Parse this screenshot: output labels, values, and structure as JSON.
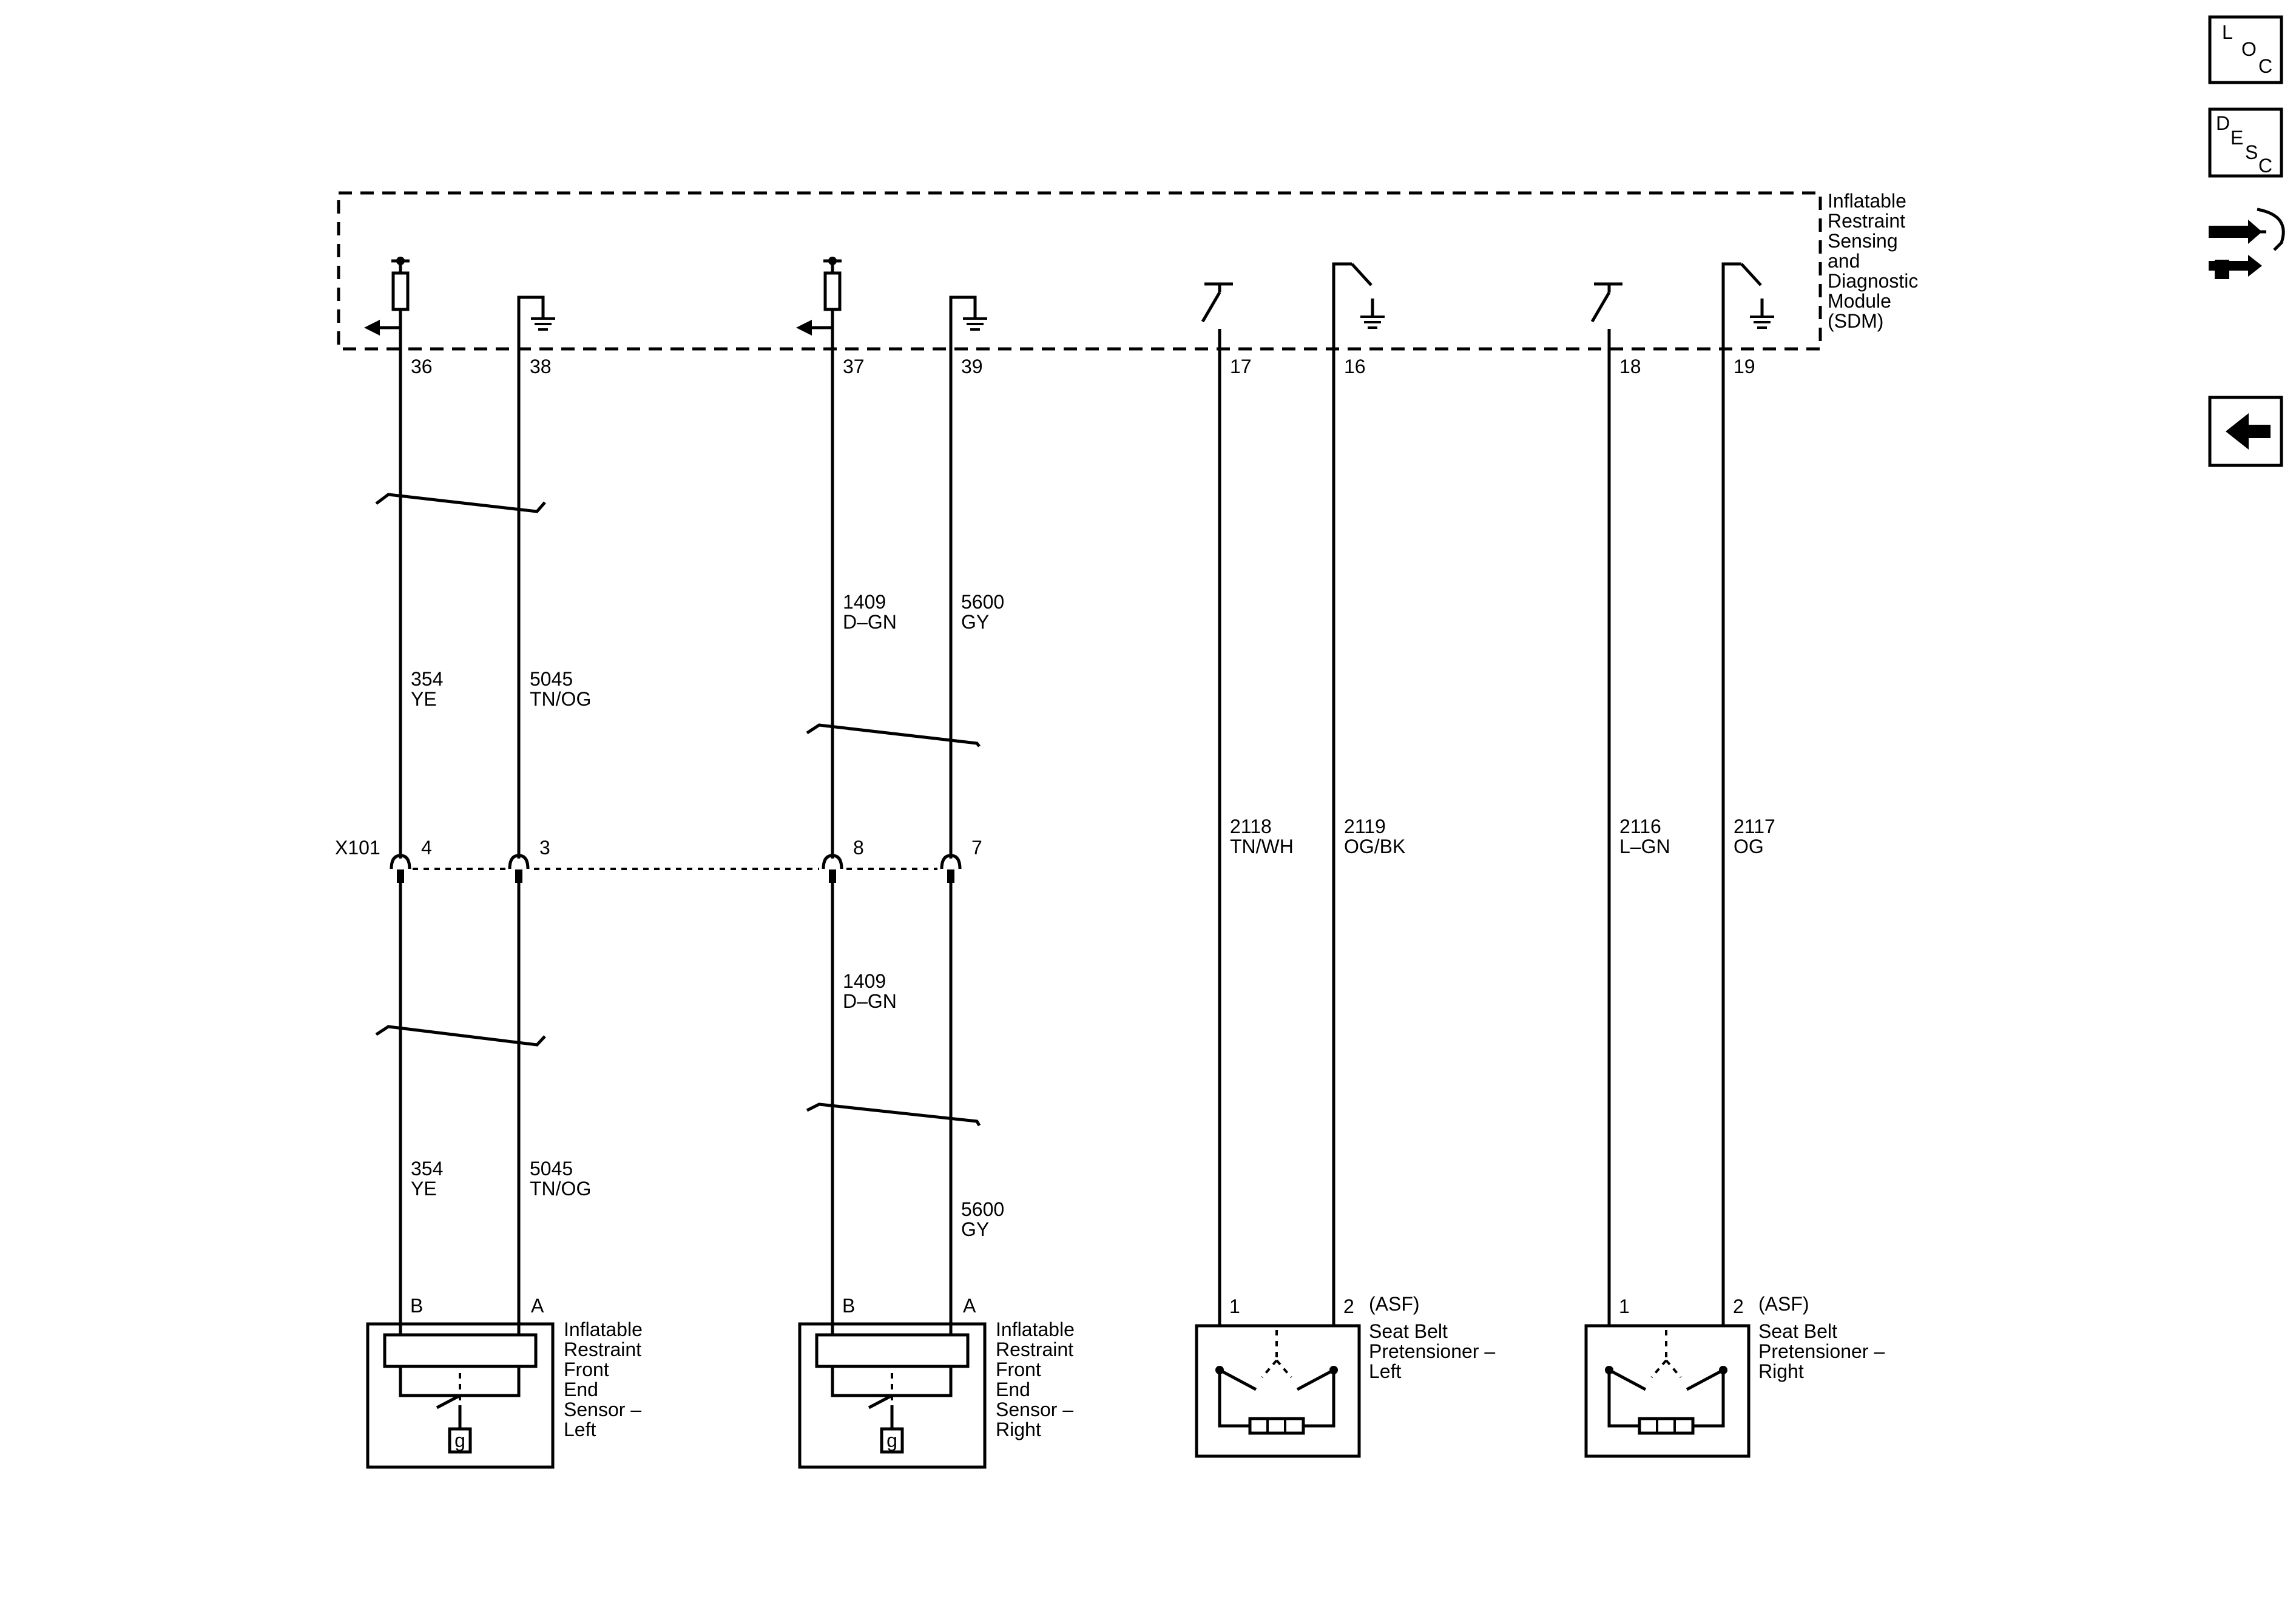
{
  "nav": {
    "loc": [
      "L",
      "O",
      "C"
    ],
    "desc": [
      "D",
      "E",
      "S",
      "C"
    ],
    "back_icon": "left-arrow-icon",
    "tool_icon": "connector-wrench-icon"
  },
  "module": {
    "name_lines": [
      "Inflatable",
      "Restraint",
      "Sensing",
      "and",
      "Diagnostic",
      "Module",
      "(SDM)"
    ],
    "pins": [
      "36",
      "38",
      "37",
      "39",
      "17",
      "16",
      "18",
      "19"
    ]
  },
  "connector": {
    "name": "X101",
    "pins": [
      "4",
      "3",
      "8",
      "7"
    ]
  },
  "wires": {
    "w354_upper": [
      "354",
      "YE"
    ],
    "w5045_upper": [
      "5045",
      "TN/OG"
    ],
    "w1409_upper": [
      "1409",
      "D–GN"
    ],
    "w5600_upper": [
      "5600",
      "GY"
    ],
    "w2118": [
      "2118",
      "TN/WH"
    ],
    "w2119": [
      "2119",
      "OG/BK"
    ],
    "w2116": [
      "2116",
      "L–GN"
    ],
    "w2117": [
      "2117",
      "OG"
    ],
    "w354_lower": [
      "354",
      "YE"
    ],
    "w5045_lower": [
      "5045",
      "TN/OG"
    ],
    "w1409_lower": [
      "1409",
      "D–GN"
    ],
    "w5600_lower": [
      "5600",
      "GY"
    ]
  },
  "components": {
    "sensor_left": {
      "pins": [
        "B",
        "A"
      ],
      "name_lines": [
        "Inflatable",
        "Restraint",
        "Front",
        "End",
        "Sensor –",
        "Left"
      ],
      "symbol": "g"
    },
    "sensor_right": {
      "pins": [
        "B",
        "A"
      ],
      "name_lines": [
        "Inflatable",
        "Restraint",
        "Front",
        "End",
        "Sensor –",
        "Right"
      ],
      "symbol": "g"
    },
    "pretensioner_left": {
      "pins": [
        "1",
        "2"
      ],
      "tag": "(ASF)",
      "name_lines": [
        "Seat Belt",
        "Pretensioner –",
        "Left"
      ]
    },
    "pretensioner_right": {
      "pins": [
        "1",
        "2"
      ],
      "tag": "(ASF)",
      "name_lines": [
        "Seat Belt",
        "Pretensioner –",
        "Right"
      ]
    }
  }
}
